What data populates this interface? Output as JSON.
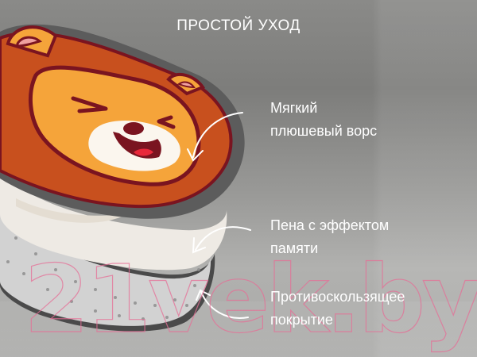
{
  "title": "ПРОСТОЙ УХОД",
  "features": [
    {
      "line1": "Мягкий",
      "line2": "плюшевый ворс"
    },
    {
      "line1": "Пена с эффектом",
      "line2": "памяти"
    },
    {
      "line1": "Противоскользящее",
      "line2": "покрытие"
    }
  ],
  "watermark": "21vek.by",
  "colors": {
    "background": "#9a9a98",
    "text": "#ffffff",
    "mane": "#c8501e",
    "face": "#f5a43a",
    "outline": "#7a1420",
    "muzzle": "#fbf6ee",
    "plush_gray": "#5c5c5c",
    "foam": "#eeeae4",
    "antislip": "#d4d4d4",
    "watermark_stroke": "#e66e96"
  }
}
